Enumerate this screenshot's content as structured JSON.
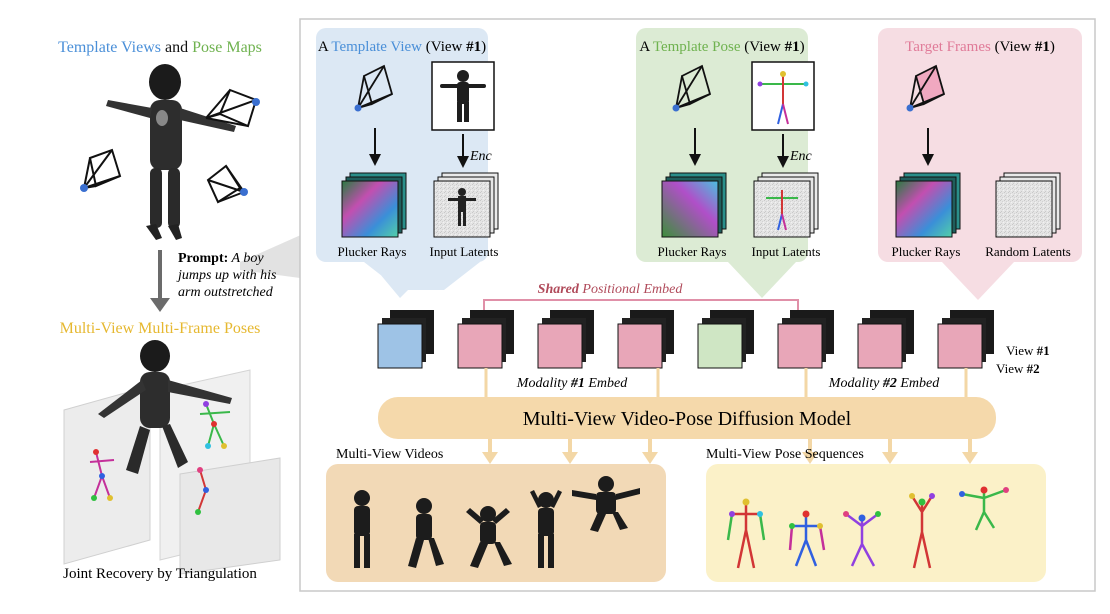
{
  "left": {
    "title_part1": "Template Views",
    "title_and": " and ",
    "title_part2": "Pose Maps",
    "prompt_label": "Prompt:",
    "prompt_text_1": " A boy",
    "prompt_text_2": "jumps up with his",
    "prompt_text_3": "arm outstretched",
    "mv_title": "Multi-View Multi-Frame Poses",
    "joint_caption": "Joint Recovery by Triangulation"
  },
  "panels": {
    "template_view": {
      "title_prefix": "A ",
      "title_colored": "Template View",
      "title_suffix": " (View ",
      "title_num": "#1",
      "title_close": ")",
      "enc": "Enc",
      "label_left": "Plucker Rays",
      "label_right": "Input Latents"
    },
    "template_pose": {
      "title_prefix": "A ",
      "title_colored": "Template Pose",
      "title_suffix": " (View ",
      "title_num": "#1",
      "title_close": ")",
      "enc": "Enc",
      "label_left": "Plucker Rays",
      "label_right": "Input Latents"
    },
    "target_frames": {
      "title_colored": "Target Frames",
      "title_suffix": " (View ",
      "title_num": "#1",
      "title_close": ")",
      "label_left": "Plucker Rays",
      "label_right": "Random Latents"
    }
  },
  "embeds": {
    "shared_bold": "Shared",
    "shared_rest": " Positional Embed",
    "modality1_a": "Modality ",
    "modality1_b": "#1",
    "modality1_c": " Embed",
    "modality2_a": "Modality ",
    "modality2_b": "#2",
    "modality2_c": " Embed",
    "view1_a": "View ",
    "view1_b": "#1",
    "view2_a": "View ",
    "view2_b": "#2"
  },
  "model": {
    "label": "Multi-View Video-Pose Diffusion Model"
  },
  "outputs": {
    "videos_label": "Multi-View Videos",
    "poses_label": "Multi-View Pose Sequences"
  },
  "colors": {
    "blue_text": "#4a8fd8",
    "green_text": "#6fb24f",
    "pink_text": "#e07a98",
    "yellow_text": "#e6b830",
    "blue_panel": "#dce8f4",
    "green_panel": "#dcebd4",
    "pink_panel": "#f6dde3",
    "model_bar": "#f5d9ab",
    "videos_bg": "#f2d9b6",
    "poses_bg": "#fbf1c8"
  }
}
